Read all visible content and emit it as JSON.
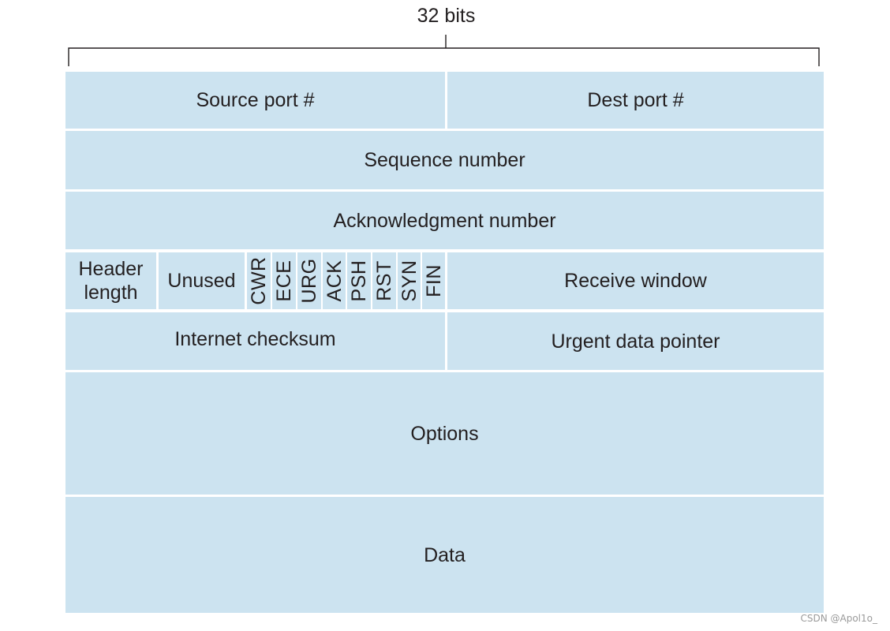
{
  "width_label": "32 bits",
  "fields": {
    "source_port": "Source port #",
    "dest_port": "Dest port #",
    "sequence_number": "Sequence number",
    "acknowledgment_number": "Acknowledgment number",
    "header_length_line1": "Header",
    "header_length_line2": "length",
    "unused": "Unused",
    "receive_window": "Receive window",
    "internet_checksum": "Internet checksum",
    "urgent_data_pointer": "Urgent data pointer",
    "options": "Options",
    "data": "Data"
  },
  "flags": [
    "CWR",
    "ECE",
    "URG",
    "ACK",
    "PSH",
    "RST",
    "SYN",
    "FIN"
  ],
  "watermark": "CSDN @Apol1o_",
  "colors": {
    "cell_fill": "#cce3f0",
    "divider": "#ffffff",
    "text": "#231f20",
    "bracket": "#231f20"
  }
}
